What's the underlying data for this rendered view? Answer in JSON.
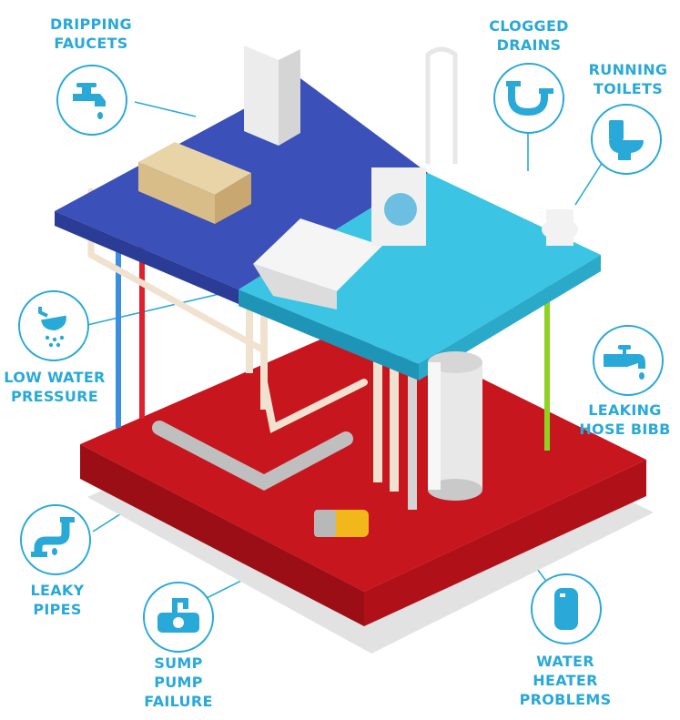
{
  "colors": {
    "accent": "#29a9d8",
    "upper_floor": "#3b50b8",
    "middle_floor": "#3bc4e4",
    "lower_floor": "#c8161f",
    "pipe_cold": "#3a8fe0",
    "pipe_hot": "#e0202c",
    "pipe_green": "#8ed321"
  },
  "callouts": [
    {
      "id": "dripping-faucets",
      "label": "DRIPPING\nFAUCETS",
      "icon": "faucet-icon"
    },
    {
      "id": "clogged-drains",
      "label": "CLOGGED\nDRAINS",
      "icon": "drain-trap-icon"
    },
    {
      "id": "running-toilets",
      "label": "RUNNING\nTOILETS",
      "icon": "toilet-icon"
    },
    {
      "id": "low-water-pressure",
      "label": "LOW WATER\nPRESSURE",
      "icon": "shower-head-icon"
    },
    {
      "id": "leaking-hose-bibb",
      "label": "LEAKING\nHOSE BIBB",
      "icon": "hose-bibb-icon"
    },
    {
      "id": "leaky-pipes",
      "label": "LEAKY\nPIPES",
      "icon": "leaky-pipe-icon"
    },
    {
      "id": "sump-pump-failure",
      "label": "SUMP\nPUMP\nFAILURE",
      "icon": "sump-pump-icon"
    },
    {
      "id": "water-heater-problems",
      "label": "WATER\nHEATER\nPROBLEMS",
      "icon": "water-heater-icon"
    }
  ]
}
